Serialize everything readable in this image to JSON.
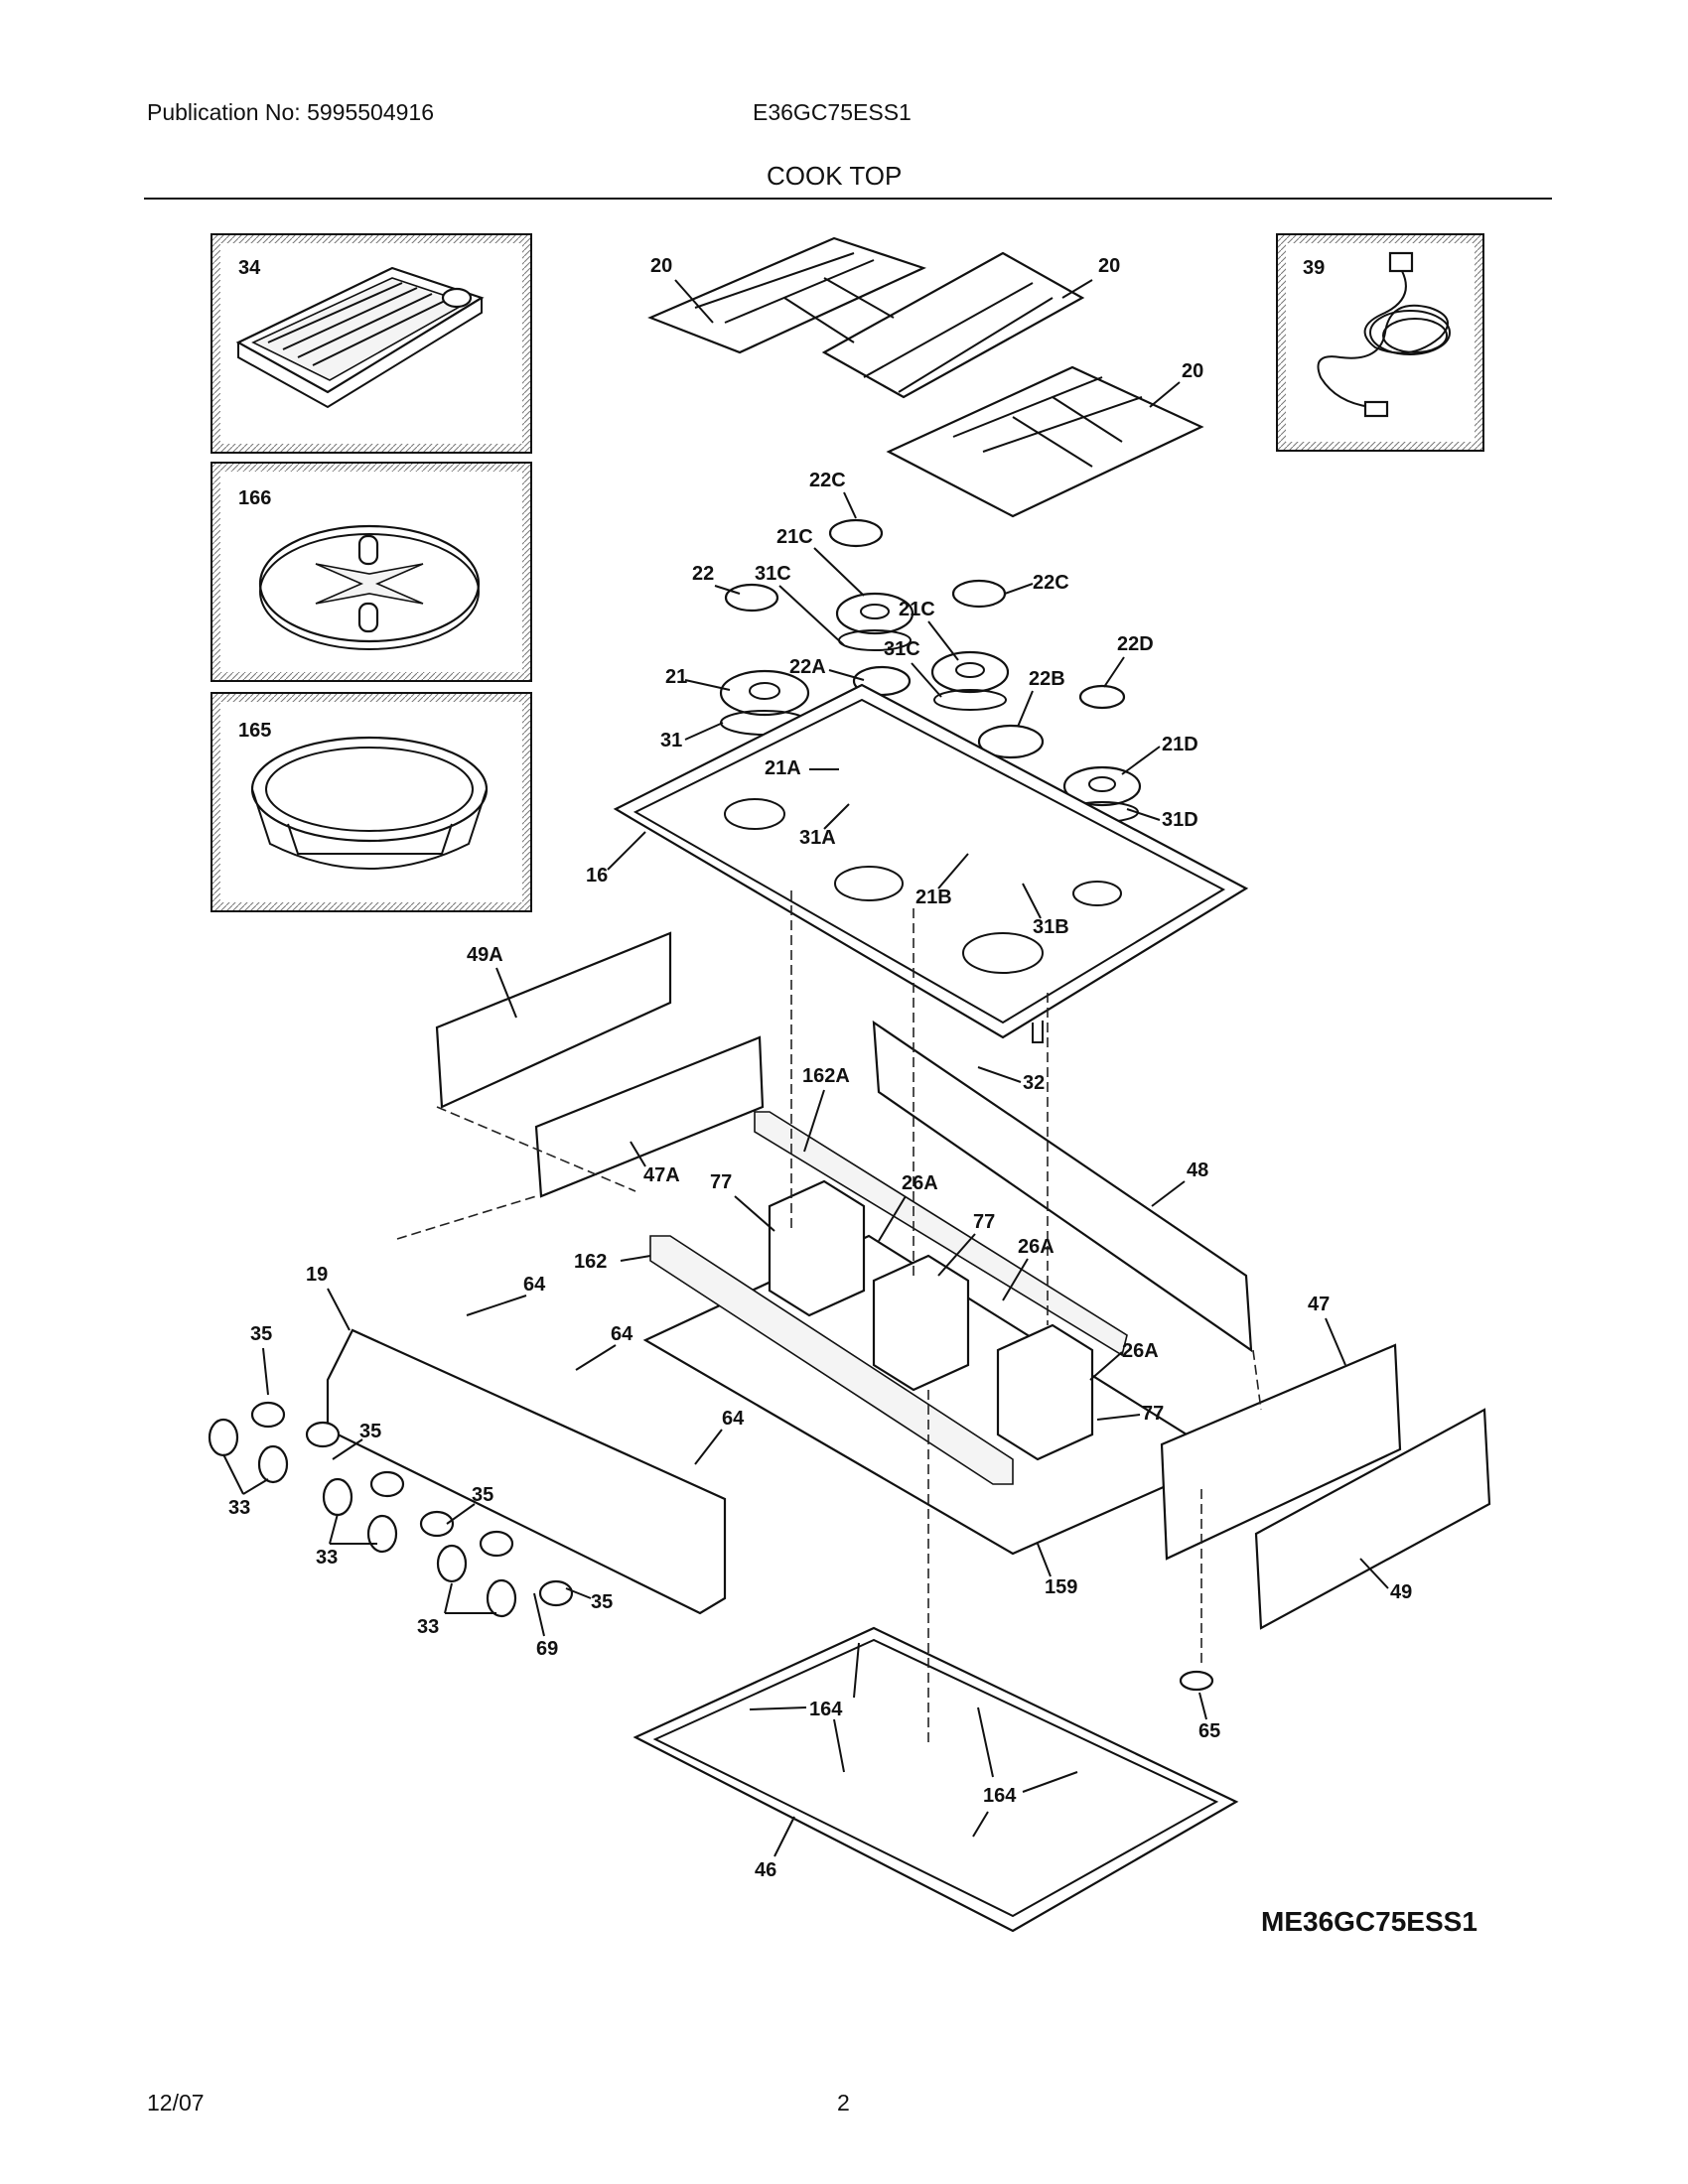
{
  "header": {
    "publication": "Publication No: 5995504916",
    "model": "E36GC75ESS1",
    "section": "COOK TOP"
  },
  "footer": {
    "date": "12/07",
    "page": "2",
    "diagram_code": "ME36GC75ESS1"
  },
  "callouts": {
    "p34": "34",
    "p166": "166",
    "p165": "165",
    "p39": "39",
    "p20a": "20",
    "p20b": "20",
    "p20c": "20",
    "p22": "22",
    "p22c1": "22C",
    "p22c2": "22C",
    "p22a": "22A",
    "p22b": "22B",
    "p22d": "22D",
    "p21": "21",
    "p21c1": "21C",
    "p21c2": "21C",
    "p21a": "21A",
    "p21b": "21B",
    "p21d": "21D",
    "p31": "31",
    "p31c1": "31C",
    "p31c2": "31C",
    "p31a": "31A",
    "p31b": "31B",
    "p31d": "31D",
    "p16": "16",
    "p49a": "49A",
    "p47a": "47A",
    "p162a": "162A",
    "p32": "32",
    "p48": "48",
    "p77a": "77",
    "p77b": "77",
    "p77c": "77",
    "p26a1": "26A",
    "p26a2": "26A",
    "p26a3": "26A",
    "p162": "162",
    "p19": "19",
    "p64a": "64",
    "p64b": "64",
    "p64c": "64",
    "p35a": "35",
    "p35b": "35",
    "p35c": "35",
    "p35d": "35",
    "p33a": "33",
    "p33b": "33",
    "p33c": "33",
    "p69": "69",
    "p159": "159",
    "p47": "47",
    "p49": "49",
    "p65": "65",
    "p164a": "164",
    "p164b": "164",
    "p46": "46"
  }
}
